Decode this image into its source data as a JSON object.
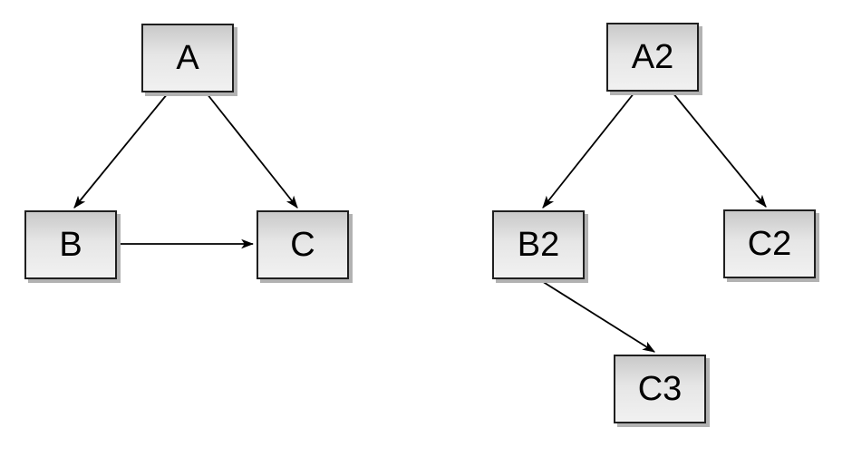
{
  "diagram": {
    "background": "#ffffff",
    "style": {
      "node_fill_top": "#c9c9c9",
      "node_fill_bottom": "#f1f1f1",
      "node_border": "#1f1f1f",
      "node_shadow": "#b2b2b2",
      "edge_color": "#000000",
      "label_color": "#000000"
    },
    "graphs": [
      {
        "name": "left-graph",
        "nodes": [
          {
            "id": "A",
            "label": "A"
          },
          {
            "id": "B",
            "label": "B"
          },
          {
            "id": "C",
            "label": "C"
          }
        ],
        "edges": [
          {
            "from": "A",
            "to": "B"
          },
          {
            "from": "A",
            "to": "C"
          },
          {
            "from": "B",
            "to": "C"
          }
        ]
      },
      {
        "name": "right-graph",
        "nodes": [
          {
            "id": "A2",
            "label": "A2"
          },
          {
            "id": "B2",
            "label": "B2"
          },
          {
            "id": "C2",
            "label": "C2"
          },
          {
            "id": "C3",
            "label": "C3"
          }
        ],
        "edges": [
          {
            "from": "A2",
            "to": "B2"
          },
          {
            "from": "A2",
            "to": "C2"
          },
          {
            "from": "B2",
            "to": "C3"
          }
        ]
      }
    ]
  }
}
